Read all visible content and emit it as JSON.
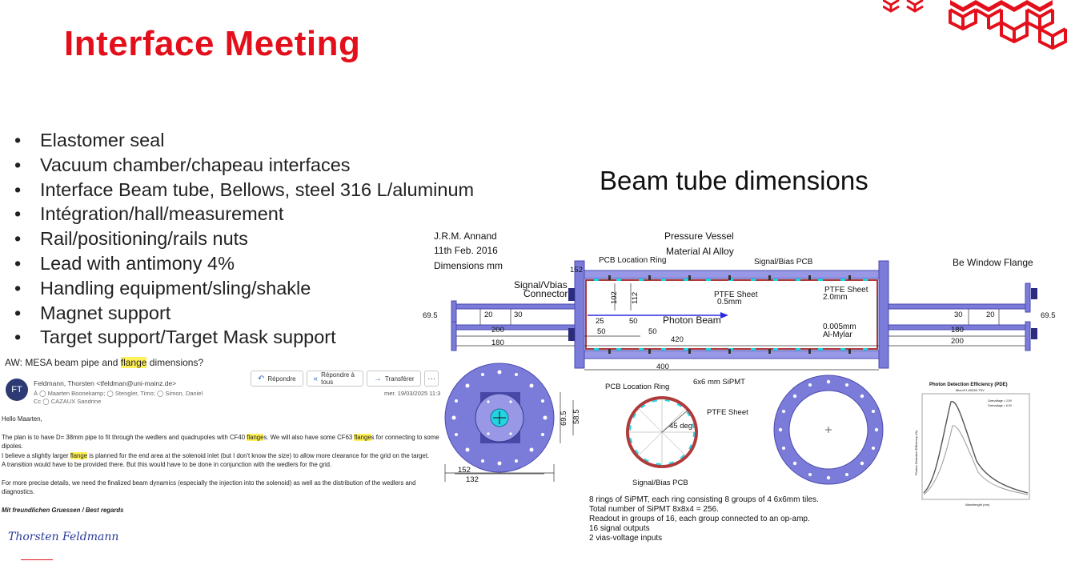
{
  "slide": {
    "title": "Interface Meeting",
    "bullets": [
      "Elastomer seal",
      "Vacuum chamber/chapeau interfaces",
      "Interface Beam tube, Bellows, steel 316 L/aluminum",
      "Intégration/hall/measurement",
      "Rail/positioning/rails nuts",
      "Lead with antimony 4%",
      "Handling equipment/sling/shakle",
      "Magnet support",
      "Target support/Target Mask support"
    ],
    "bullet_char": "•",
    "accent_color": "#e3101b"
  },
  "email": {
    "subject_pre": "AW: MESA beam pipe and ",
    "subject_hl": "flange",
    "subject_post": " dimensions?",
    "avatar_initials": "FT",
    "sender": "Feldmann, Thorsten <tfeldman@uni-mainz.de>",
    "to": "À   ◯ Maarten Boonekamp; ◯ Stengler, Timo; ◯ Simon, Daniel",
    "cc": "Cc   ◯ CAZAUX Sandrine",
    "actions": {
      "reply": "Répondre",
      "reply_all": "Répondre à tous",
      "forward": "Transférer",
      "more": "···"
    },
    "date": "mer. 19/03/2025 11:3",
    "greeting": "Hello Maarten,",
    "p1a": "The plan is to have D= 38mm pipe to fit through the wedlers and quadrupoles with CF40 ",
    "p1b": "flange",
    "p1c": "s. We will also have some CF63 ",
    "p1d": "flange",
    "p1e": "s for connecting to some dipoles.",
    "p2a": "I believe a slightly larger ",
    "p2b": "flange",
    "p2c": " is planned for the end area at the solenoid inlet (but I don't know the size) to allow more clearance for the grid on the target.",
    "p3": "A transition would have to be provided there. But this would have to be done in conjunction with the wedlers for the grid.",
    "p4": "For more precise details, we need the finalized beam dynamics (especially the injection into the solenoid) as well as the distribution of the wedlers and diagnostics.",
    "regards": "Mit freundlichen Gruessen  / Best regards",
    "signature": "Thorsten Feldmann"
  },
  "diagram": {
    "title": "Beam tube dimensions",
    "author": "J.R.M. Annand",
    "date": "11th Feb. 2016",
    "units": "Dimensions mm",
    "vessel1": "Pressure Vessel",
    "vessel2": "Material Al Alloy",
    "pcb_ring": "PCB Location Ring",
    "signal_bias_pcb": "Signal/Bias PCB",
    "be_window": "Be Window Flange",
    "connector1": "Signal/Vbias",
    "connector2": "Connector",
    "ptfe_05a": "PTFE Sheet",
    "ptfe_05b": "0.5mm",
    "ptfe_20a": "PTFE Sheet",
    "ptfe_20b": "2.0mm",
    "photon_beam": "Photon Beam",
    "mylar1": "0.005mm",
    "mylar2": "Al-Mylar",
    "dims": {
      "d152": "152",
      "d69_5_left": "69.5",
      "d69_5_right": "69.5",
      "d20_left": "20",
      "d30_left": "30",
      "d30_right": "30",
      "d20_right": "20",
      "d102": "102",
      "d112": "112",
      "d25": "25",
      "d50a": "50",
      "d50b": "50",
      "d50c": "50",
      "d200_left": "200",
      "d180_left": "180",
      "d420": "420",
      "d400": "400",
      "d180_right": "180",
      "d200_right": "200",
      "d69_5_flange": "69.5",
      "d58_5": "58.5",
      "d152_flange": "152",
      "d132": "132"
    },
    "ring": {
      "pcb_ring": "PCB Location Ring",
      "sipmt": "6x6 mm SiPMT",
      "ptfe": "PTFE Sheet",
      "angle": "45 deg",
      "signal_bias": "Signal/Bias PCB"
    },
    "pde": {
      "title": "Photon Detection Efficiency (PDE)",
      "subtitle": "MicroFJ-60035-TSV",
      "ylabel": "Photon Detection Efficiency (%)",
      "xlabel": "Wavelength (nm)",
      "legend1": "Overvoltage = 2.5V",
      "legend2": "Overvoltage = 6.0V"
    },
    "notes": [
      "8 rings of SiPMT, each ring consisting 8 groups of 4  6x6mm tiles.",
      "Total number of SiPMT 8x8x4 = 256.",
      "Readout in groups of 16, each group connected to an op-amp.",
      "16 signal outputs",
      "2 vias-voltage inputs"
    ],
    "colors": {
      "flange": "#7b7bd9",
      "flange_stroke": "#4b4bb0",
      "ptfe": "#b03a3a",
      "cyan": "#22d4e0"
    }
  }
}
